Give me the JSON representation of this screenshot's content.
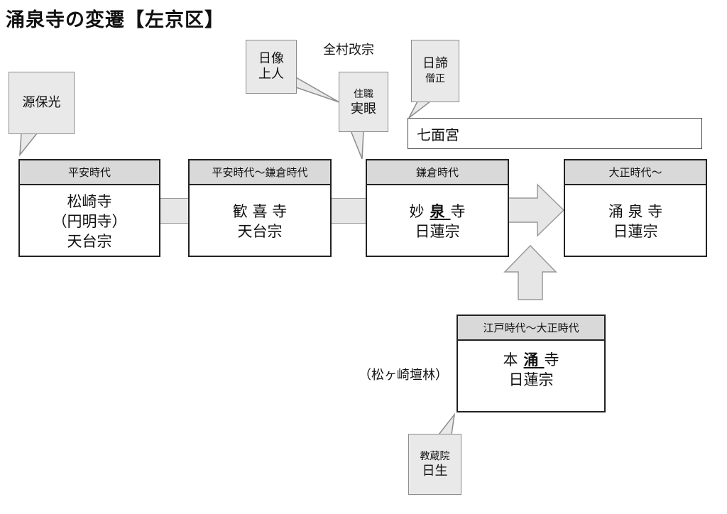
{
  "title": "涌泉寺の変遷【左京区】",
  "eras": {
    "heian": {
      "header": "平安時代",
      "lines": [
        "松崎寺",
        "（円明寺）",
        "天台宗"
      ]
    },
    "heian_kamakura": {
      "header": "平安時代～鎌倉時代",
      "name": "歓 喜 寺",
      "sect": "天台宗"
    },
    "kamakura": {
      "header": "鎌倉時代",
      "name_pre": "妙",
      "name_key": "泉",
      "name_post": "寺",
      "sect": "日蓮宗"
    },
    "taisho": {
      "header": "大正時代～",
      "name": "涌 泉 寺",
      "sect": "日蓮宗"
    },
    "edo": {
      "header": "江戸時代～大正時代",
      "name_pre": "本",
      "name_key": "涌",
      "name_post": "寺",
      "sect": "日蓮宗"
    }
  },
  "callouts": {
    "minamoto": "源保光",
    "nichizo": [
      "日像",
      "上人"
    ],
    "jitsugen": [
      "住職",
      "実眼"
    ],
    "nittei": [
      "日諦",
      "僧正"
    ],
    "kyozoin": [
      "教蔵院",
      "日生"
    ]
  },
  "labels": {
    "village_conversion": "全村改宗",
    "shrine": "七面宮",
    "edo_note": "（松ヶ崎壇林）"
  }
}
